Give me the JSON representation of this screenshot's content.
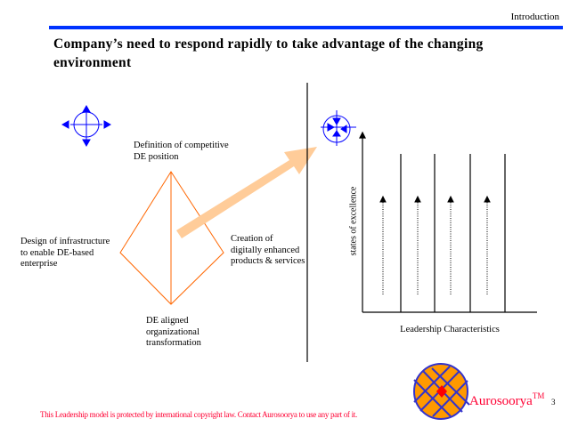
{
  "header": {
    "section": "Introduction"
  },
  "title": "Company’s need to respond rapidly to take advantage of the changing environment",
  "diagram": {
    "top_label": "Definition of competitive DE position",
    "left_label": "Design of infrastructure to enable DE-based enterprise",
    "right_label": "Creation of digitally enhanced products & services",
    "bottom_label": "DE aligned organizational transformation"
  },
  "leadership_chart": {
    "y_label": "states of excellence",
    "x_label": "Leadership Characteristics"
  },
  "footer": {
    "notice": "This Leadership model is protected by international copyright law.  Contact Aurosoorya to use any part of it.",
    "brand": "Aurosoorya",
    "trademark": "TM",
    "page_number": "3"
  },
  "colors": {
    "rule": "#0033ff",
    "diamond": "#ff6600",
    "arrow": "#ffcc99",
    "brand": "#ff0033",
    "logo_fill": "#ff9900",
    "logo_stroke": "#3333cc"
  }
}
